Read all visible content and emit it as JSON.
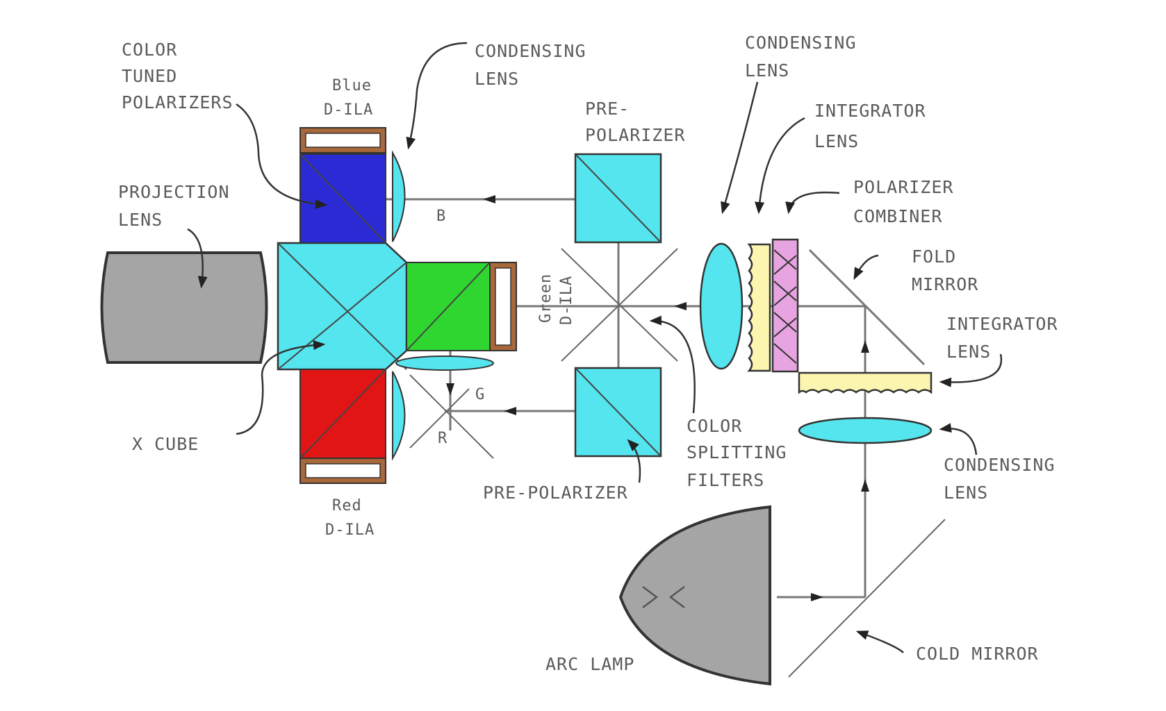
{
  "colors": {
    "background": "#ffffff",
    "cyan": "#55e5ee",
    "blue": "#2b2bd6",
    "green": "#2fd62f",
    "red": "#e21515",
    "brown": "#a8683a",
    "gray": "#a5a5a5",
    "yellow": "#fbf5b0",
    "pink": "#e7a4e0"
  },
  "labels": {
    "color_tuned_polarizers": [
      "COLOR",
      "TUNED",
      "POLARIZERS"
    ],
    "blue_dila": [
      "Blue",
      "D-ILA"
    ],
    "condensing_lens_top": [
      "CONDENSING",
      "LENS"
    ],
    "pre_polarizer_top": [
      "PRE-",
      "POLARIZER"
    ],
    "condensing_lens_right": [
      "CONDENSING",
      "LENS"
    ],
    "integrator_lens_top": [
      "INTEGRATOR",
      "LENS"
    ],
    "polarizer_combiner": [
      "POLARIZER",
      "COMBINER"
    ],
    "projection_lens": [
      "PROJECTION",
      "LENS"
    ],
    "fold_mirror": [
      "FOLD",
      "MIRROR"
    ],
    "green_dila": [
      "Green",
      "D-ILA"
    ],
    "integrator_lens_right": [
      "INTEGRATOR",
      "LENS"
    ],
    "ray_b": "B",
    "ray_g": "G",
    "ray_r": "R",
    "x_cube": "X CUBE",
    "color_splitting_filters": [
      "COLOR",
      "SPLITTING",
      "FILTERS"
    ],
    "condensing_lens_bottom": [
      "CONDENSING",
      "LENS"
    ],
    "pre_polarizer_bottom": "PRE-POLARIZER",
    "red_dila": [
      "Red",
      "D-ILA"
    ],
    "arc_lamp": "ARC LAMP",
    "cold_mirror": "COLD MIRROR"
  }
}
